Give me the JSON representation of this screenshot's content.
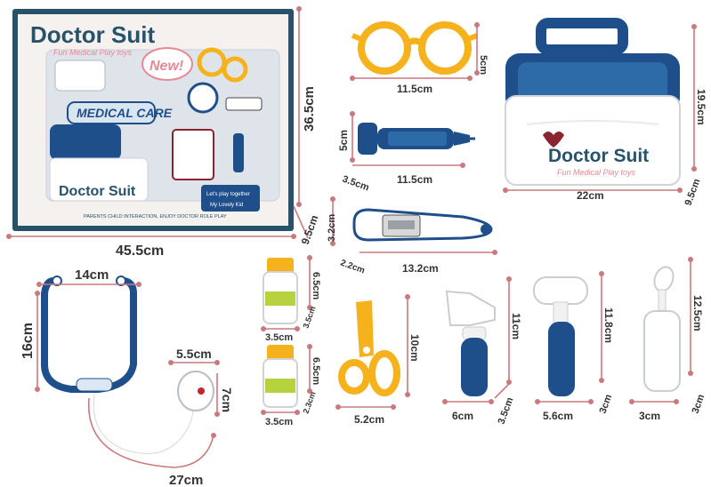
{
  "colors": {
    "navy": "#1f4f8b",
    "white": "#ffffff",
    "yellow": "#f6b21c",
    "teal_box": "#27526a",
    "pink": "#e48a95",
    "rule": "#c97a7e",
    "text": "#333333"
  },
  "box": {
    "brand": "Doctor Suit",
    "tagline": "Fun Medical Play toys",
    "badge": "New!",
    "sign": "MEDICAL CARE",
    "case_brand": "Doctor Suit",
    "slogan_1": "Let's play together",
    "slogan_2": "My Lovely Kid",
    "footer": "PARENTS CHILD INTERACTION, ENJOY DOCTOR ROLE PLAY",
    "width_label": "45.5cm",
    "height_label": "36.5cm",
    "depth_label": "9.5cm"
  },
  "glasses": {
    "width_label": "11.5cm",
    "height_label": "5cm"
  },
  "syringe": {
    "length_label": "11.5cm",
    "height_label": "5cm",
    "depth_label": "3.5cm"
  },
  "case": {
    "brand": "Doctor Suit",
    "tagline": "Fun Medical Play toys",
    "width_label": "22cm",
    "height_label": "19.5cm",
    "depth_label": "9.5cm"
  },
  "thermometer": {
    "length_label": "13.2cm",
    "height_label": "3.2cm",
    "depth_label": "2.2cm"
  },
  "stethoscope": {
    "width_label": "14cm",
    "height_label": "16cm",
    "tubing_label": "27cm",
    "chest_width_label": "5.5cm",
    "chest_height_label": "7cm"
  },
  "bottle_top": {
    "width_label": "3.5cm",
    "height_label": "6.5cm",
    "depth_label": "3.5cm"
  },
  "bottle_bottom": {
    "width_label": "3.5cm",
    "height_label": "6.5cm",
    "depth_label": "2.3cm"
  },
  "scissors": {
    "width_label": "5.2cm",
    "height_label": "10cm"
  },
  "otoscope": {
    "width_label": "6cm",
    "height_label": "11cm",
    "depth_label": "3.5cm"
  },
  "hammer": {
    "width_label": "5.6cm",
    "height_label": "11.8cm",
    "depth_label": "3cm"
  },
  "mirror": {
    "width_label": "3cm",
    "height_label": "12.5cm",
    "depth_label": "3cm"
  }
}
